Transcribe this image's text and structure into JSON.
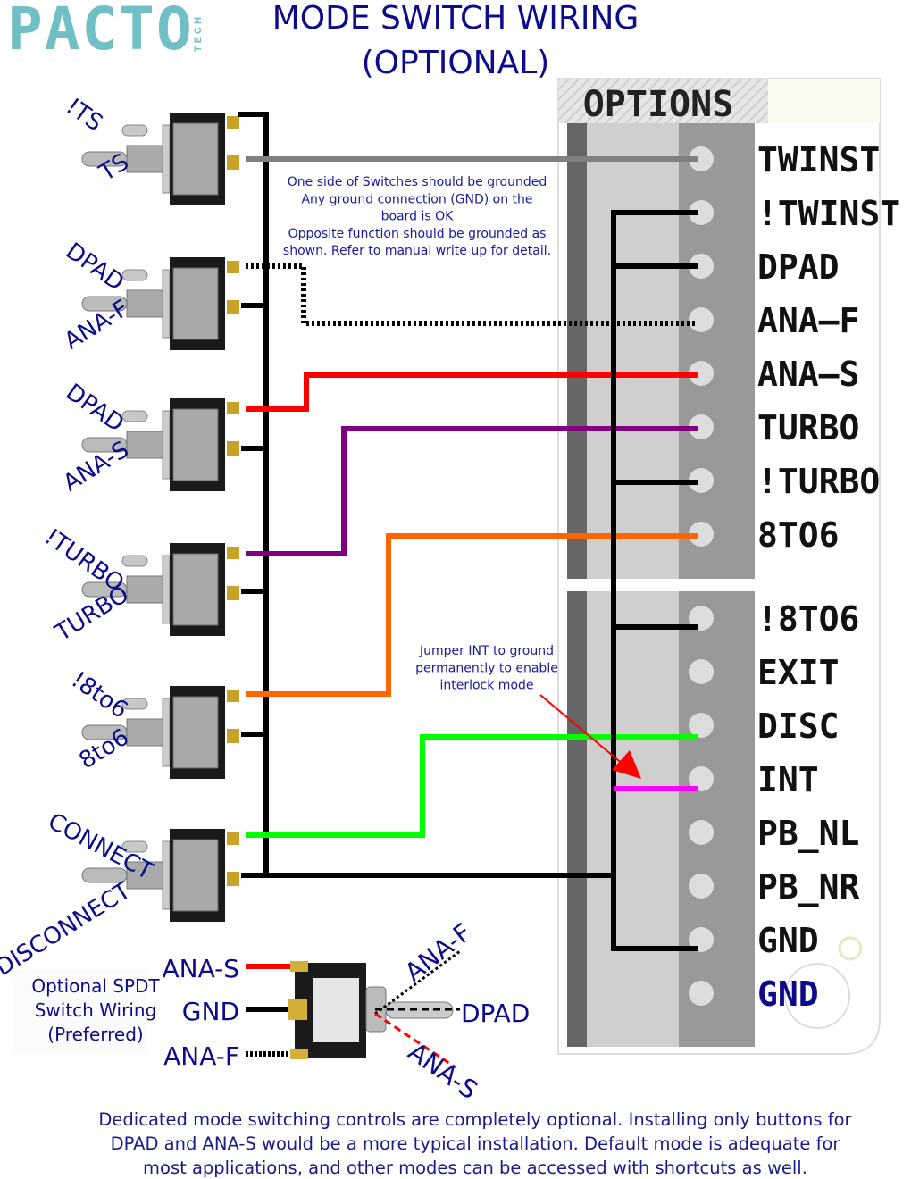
{
  "logo": {
    "text": "PACTO",
    "sub": "TECH",
    "color": "#6fbfc4"
  },
  "title": {
    "line1": "MODE SWITCH WIRING",
    "line2": "(OPTIONAL)",
    "color": "#0c0c8a"
  },
  "board": {
    "header": "OPTIONS",
    "pins": [
      "TWINST",
      "!TWINST",
      "DPAD",
      "ANA–F",
      "ANA–S",
      "TURBO",
      "!TURBO",
      "8TO6",
      "!8TO6",
      "EXIT",
      "DISC",
      "INT",
      "PB_NL",
      "PB_NR",
      "GND",
      "GND"
    ]
  },
  "switches": [
    {
      "up": "!TS",
      "down": "TS"
    },
    {
      "up": "DPAD",
      "down": "ANA-F"
    },
    {
      "up": "DPAD",
      "down": "ANA-S"
    },
    {
      "up": "!TURBO",
      "down": "TURBO"
    },
    {
      "up": "!8to6",
      "down": "8to6"
    },
    {
      "up": "CONNECT",
      "down": "DISCONNECT"
    }
  ],
  "wire_colors": {
    "ground": "#000000",
    "twinst": "#808080",
    "ana_s": "#ff0000",
    "turbo": "#800080",
    "8to6": "#ff6600",
    "disc": "#00ff00",
    "int_jumper": "#ff00ff",
    "arrow": "#ff0000"
  },
  "notes": {
    "ground": [
      "One side of Switches should be grounded",
      "Any ground connection (GND) on the",
      "board is OK",
      "Opposite function should be grounded as",
      "shown. Refer to manual write up for detail."
    ],
    "jumper": [
      "Jumper INT to ground",
      "permanently to enable",
      "interlock mode"
    ]
  },
  "spdt": {
    "caption": [
      "Optional SPDT",
      "Switch Wiring",
      "(Preferred)"
    ],
    "left": [
      "ANA-S",
      "GND",
      "ANA-F"
    ],
    "right": [
      "ANA-F",
      "DPAD",
      "ANA-S"
    ]
  },
  "footer": [
    "Dedicated mode switching controls are completely optional. Installing only buttons for",
    "DPAD and ANA-S would be a more typical installation. Default mode is adequate for",
    "most applications, and other modes can be accessed with shortcuts as well."
  ]
}
